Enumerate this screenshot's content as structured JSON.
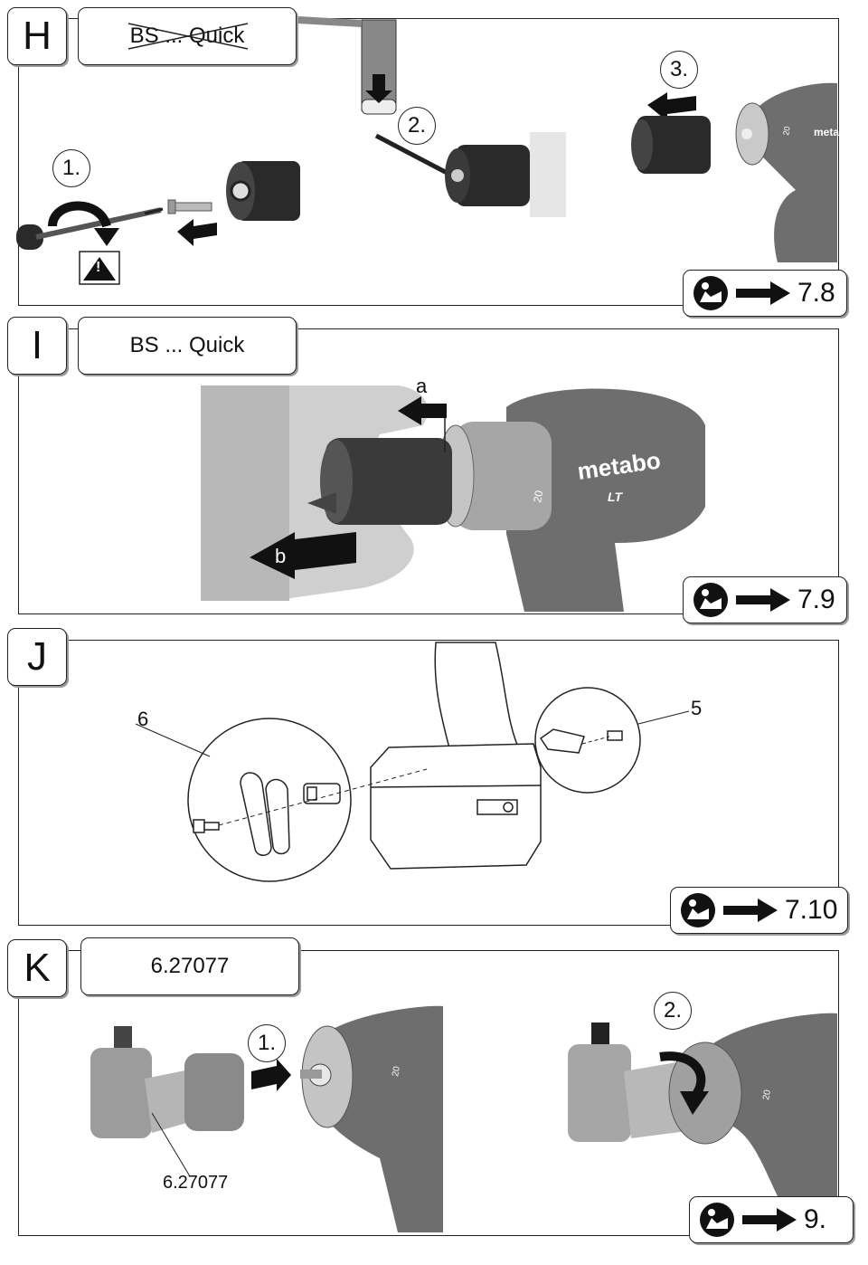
{
  "colors": {
    "line": "#222222",
    "panel_bg": "#ffffff",
    "shadow": "#9a9a9a",
    "tool_gray": "#6e6e6e",
    "tool_dark": "#2a2a2a"
  },
  "icons": {
    "manual": "read-manual-icon",
    "arrow": "right-arrow-icon",
    "warning": "warning-triangle-icon"
  },
  "panels": {
    "H": {
      "letter": "H",
      "title": "BS ... Quick",
      "steps": [
        "1.",
        "2.",
        "3."
      ],
      "warning_mark": "!",
      "ref": "7.8"
    },
    "I": {
      "letter": "I",
      "title": "BS ... Quick",
      "callout_a": "a",
      "callout_b": "b",
      "tool_brand": "metabo",
      "tool_sub": "LT",
      "dial": "20",
      "ref": "7.9"
    },
    "J": {
      "letter": "J",
      "callout_6": "6",
      "callout_5": "5",
      "ref": "7.10"
    },
    "K": {
      "letter": "K",
      "title": "6.27077",
      "steps": [
        "1.",
        "2."
      ],
      "part_label": "6.27077",
      "dial": "20",
      "ref": "9."
    }
  }
}
